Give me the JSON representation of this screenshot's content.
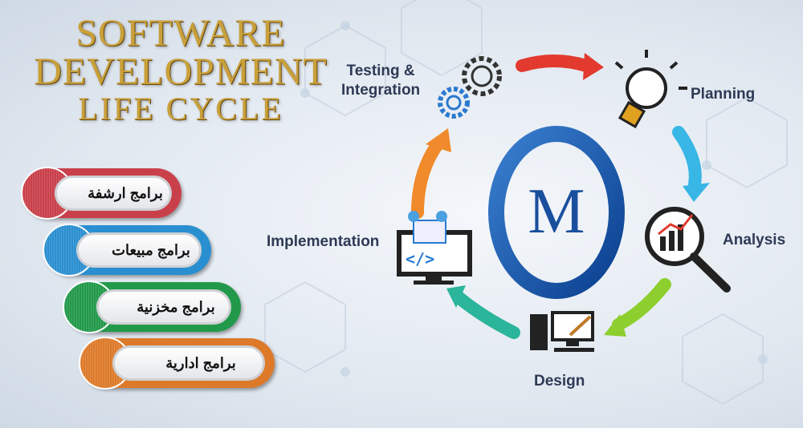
{
  "title": {
    "line1": "SOFTWARE",
    "line2": "DEVELOPMENT",
    "line3": "LIFE CYCLE"
  },
  "programs": [
    {
      "label": "برامج ارشفة",
      "color": "#c9404a"
    },
    {
      "label": "برامج مبيعات",
      "color": "#2a8fd0"
    },
    {
      "label": "برامج مخزنية",
      "color": "#22994a"
    },
    {
      "label": "برامج ادارية",
      "color": "#dd7a2a"
    }
  ],
  "cycle": {
    "logo_letter": "M",
    "stages": {
      "testing": "Testing &\nIntegration",
      "planning": "Planning",
      "analysis": "Analysis",
      "design": "Design",
      "implementation": "Implementation"
    }
  }
}
